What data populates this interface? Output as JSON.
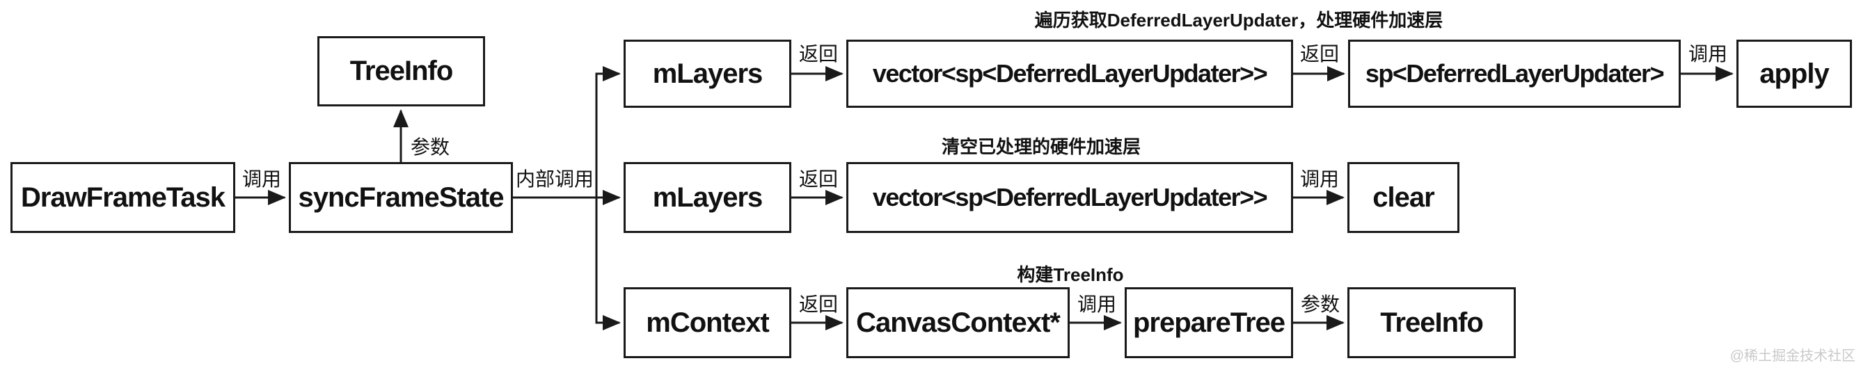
{
  "diagram": {
    "nodes": {
      "drawFrameTask": {
        "label": "DrawFrameTask"
      },
      "syncFrameState": {
        "label": "syncFrameState"
      },
      "treeInfoTop": {
        "label": "TreeInfo"
      },
      "mLayers1": {
        "label": "mLayers"
      },
      "vector1": {
        "label": "vector<sp<DeferredLayerUpdater>>"
      },
      "spDeferred": {
        "label": "sp<DeferredLayerUpdater>"
      },
      "apply": {
        "label": "apply"
      },
      "mLayers2": {
        "label": "mLayers"
      },
      "vector2": {
        "label": "vector<sp<DeferredLayerUpdater>>"
      },
      "clear": {
        "label": "clear"
      },
      "mContext": {
        "label": "mContext"
      },
      "canvasContext": {
        "label": "CanvasContext*"
      },
      "prepareTree": {
        "label": "prepareTree"
      },
      "treeInfoBottom": {
        "label": "TreeInfo"
      }
    },
    "edge_labels": {
      "call1": "调用",
      "param_top": "参数",
      "internal_call": "内部调用",
      "return_row1a": "返回",
      "return_row1b": "返回",
      "call_apply": "调用",
      "return_row2": "返回",
      "call_clear": "调用",
      "return_row3": "返回",
      "call_prepare": "调用",
      "param_bottom": "参数"
    },
    "annotations": {
      "row1": "遍历获取DeferredLayerUpdater，处理硬件加速层",
      "row2": "清空已处理的硬件加速层",
      "row3": "构建TreeInfo"
    },
    "colors": {
      "line": "#1a1a1a",
      "background": "#ffffff",
      "watermark_text": "#c9c9c9"
    },
    "watermark": "@稀土掘金技术社区"
  }
}
